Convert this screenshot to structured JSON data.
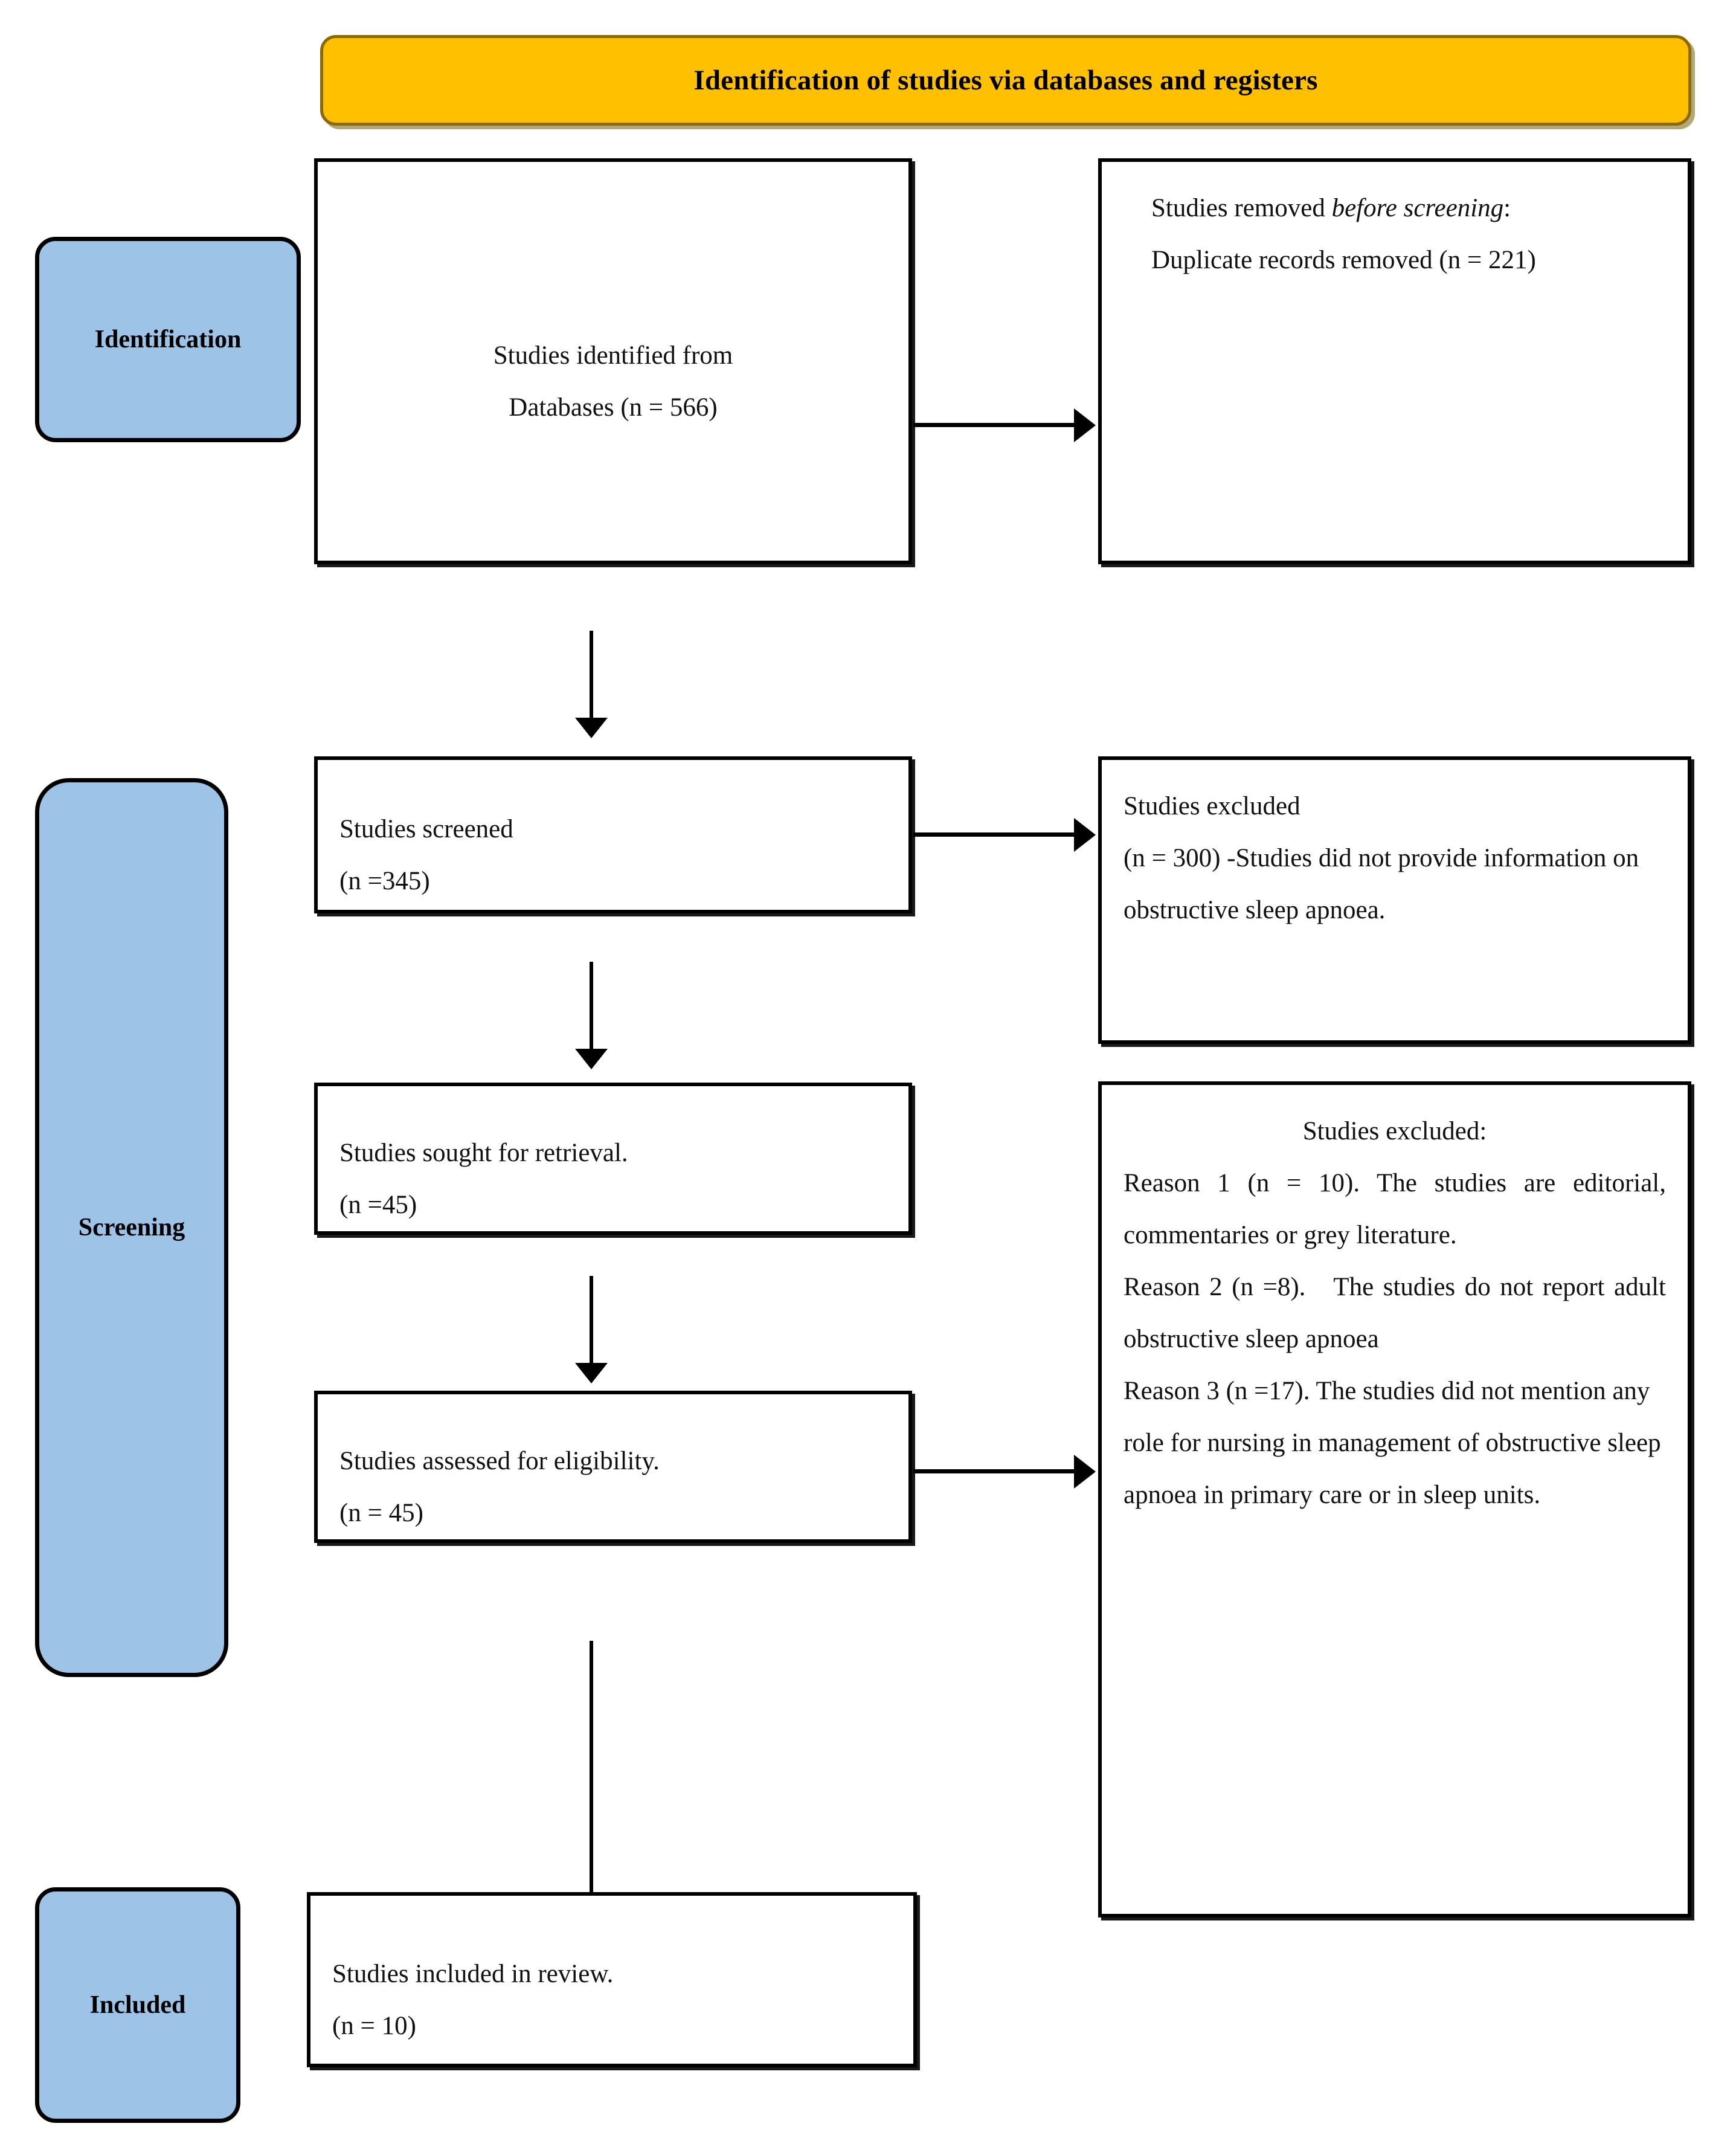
{
  "banner": {
    "title": "Identification of studies via databases and registers"
  },
  "stages": [
    {
      "label": "Identification"
    },
    {
      "label": "Screening"
    },
    {
      "label": "Included"
    }
  ],
  "nodes": {
    "identified": {
      "line1": "Studies identified from",
      "line2": "Databases (n = 566)"
    },
    "removed_before_screening": {
      "line1_a": "Studies removed ",
      "line1_italic": "before",
      "line2_italic": "screening",
      "line2_b": ":",
      "line3": "Duplicate records removed (n = 221)"
    },
    "screened": {
      "line1": "Studies screened",
      "line2": "(n =345)"
    },
    "excluded_screening": {
      "line1": "Studies excluded",
      "line2": "(n = 300) -Studies did not provide information on obstructive sleep apnoea."
    },
    "sought": {
      "line1": "Studies sought for retrieval.",
      "line2": "(n =45)"
    },
    "assessed": {
      "line1": "Studies assessed for eligibility.",
      "line2": "(n = 45)"
    },
    "excluded_eligibility": {
      "heading": "Studies excluded:",
      "reason1": "Reason 1 (n = 10). The studies are editorial, commentaries or grey literature.",
      "reason2": "Reason 2 (n =8).   The studies do not report adult obstructive sleep apnoea",
      "reason3": "Reason 3 (n =17). The studies did not mention any role for nursing in management of obstructive sleep apnoea in primary care or in sleep units."
    },
    "included": {
      "line1": "Studies included in review.",
      "line2": "(n = 10)"
    }
  },
  "colors": {
    "banner_fill": "#FFC000",
    "banner_border": "#8A6A06",
    "stage_fill": "#9DC3E6",
    "box_border": "#000000",
    "page_background": "#FFFFFF"
  }
}
